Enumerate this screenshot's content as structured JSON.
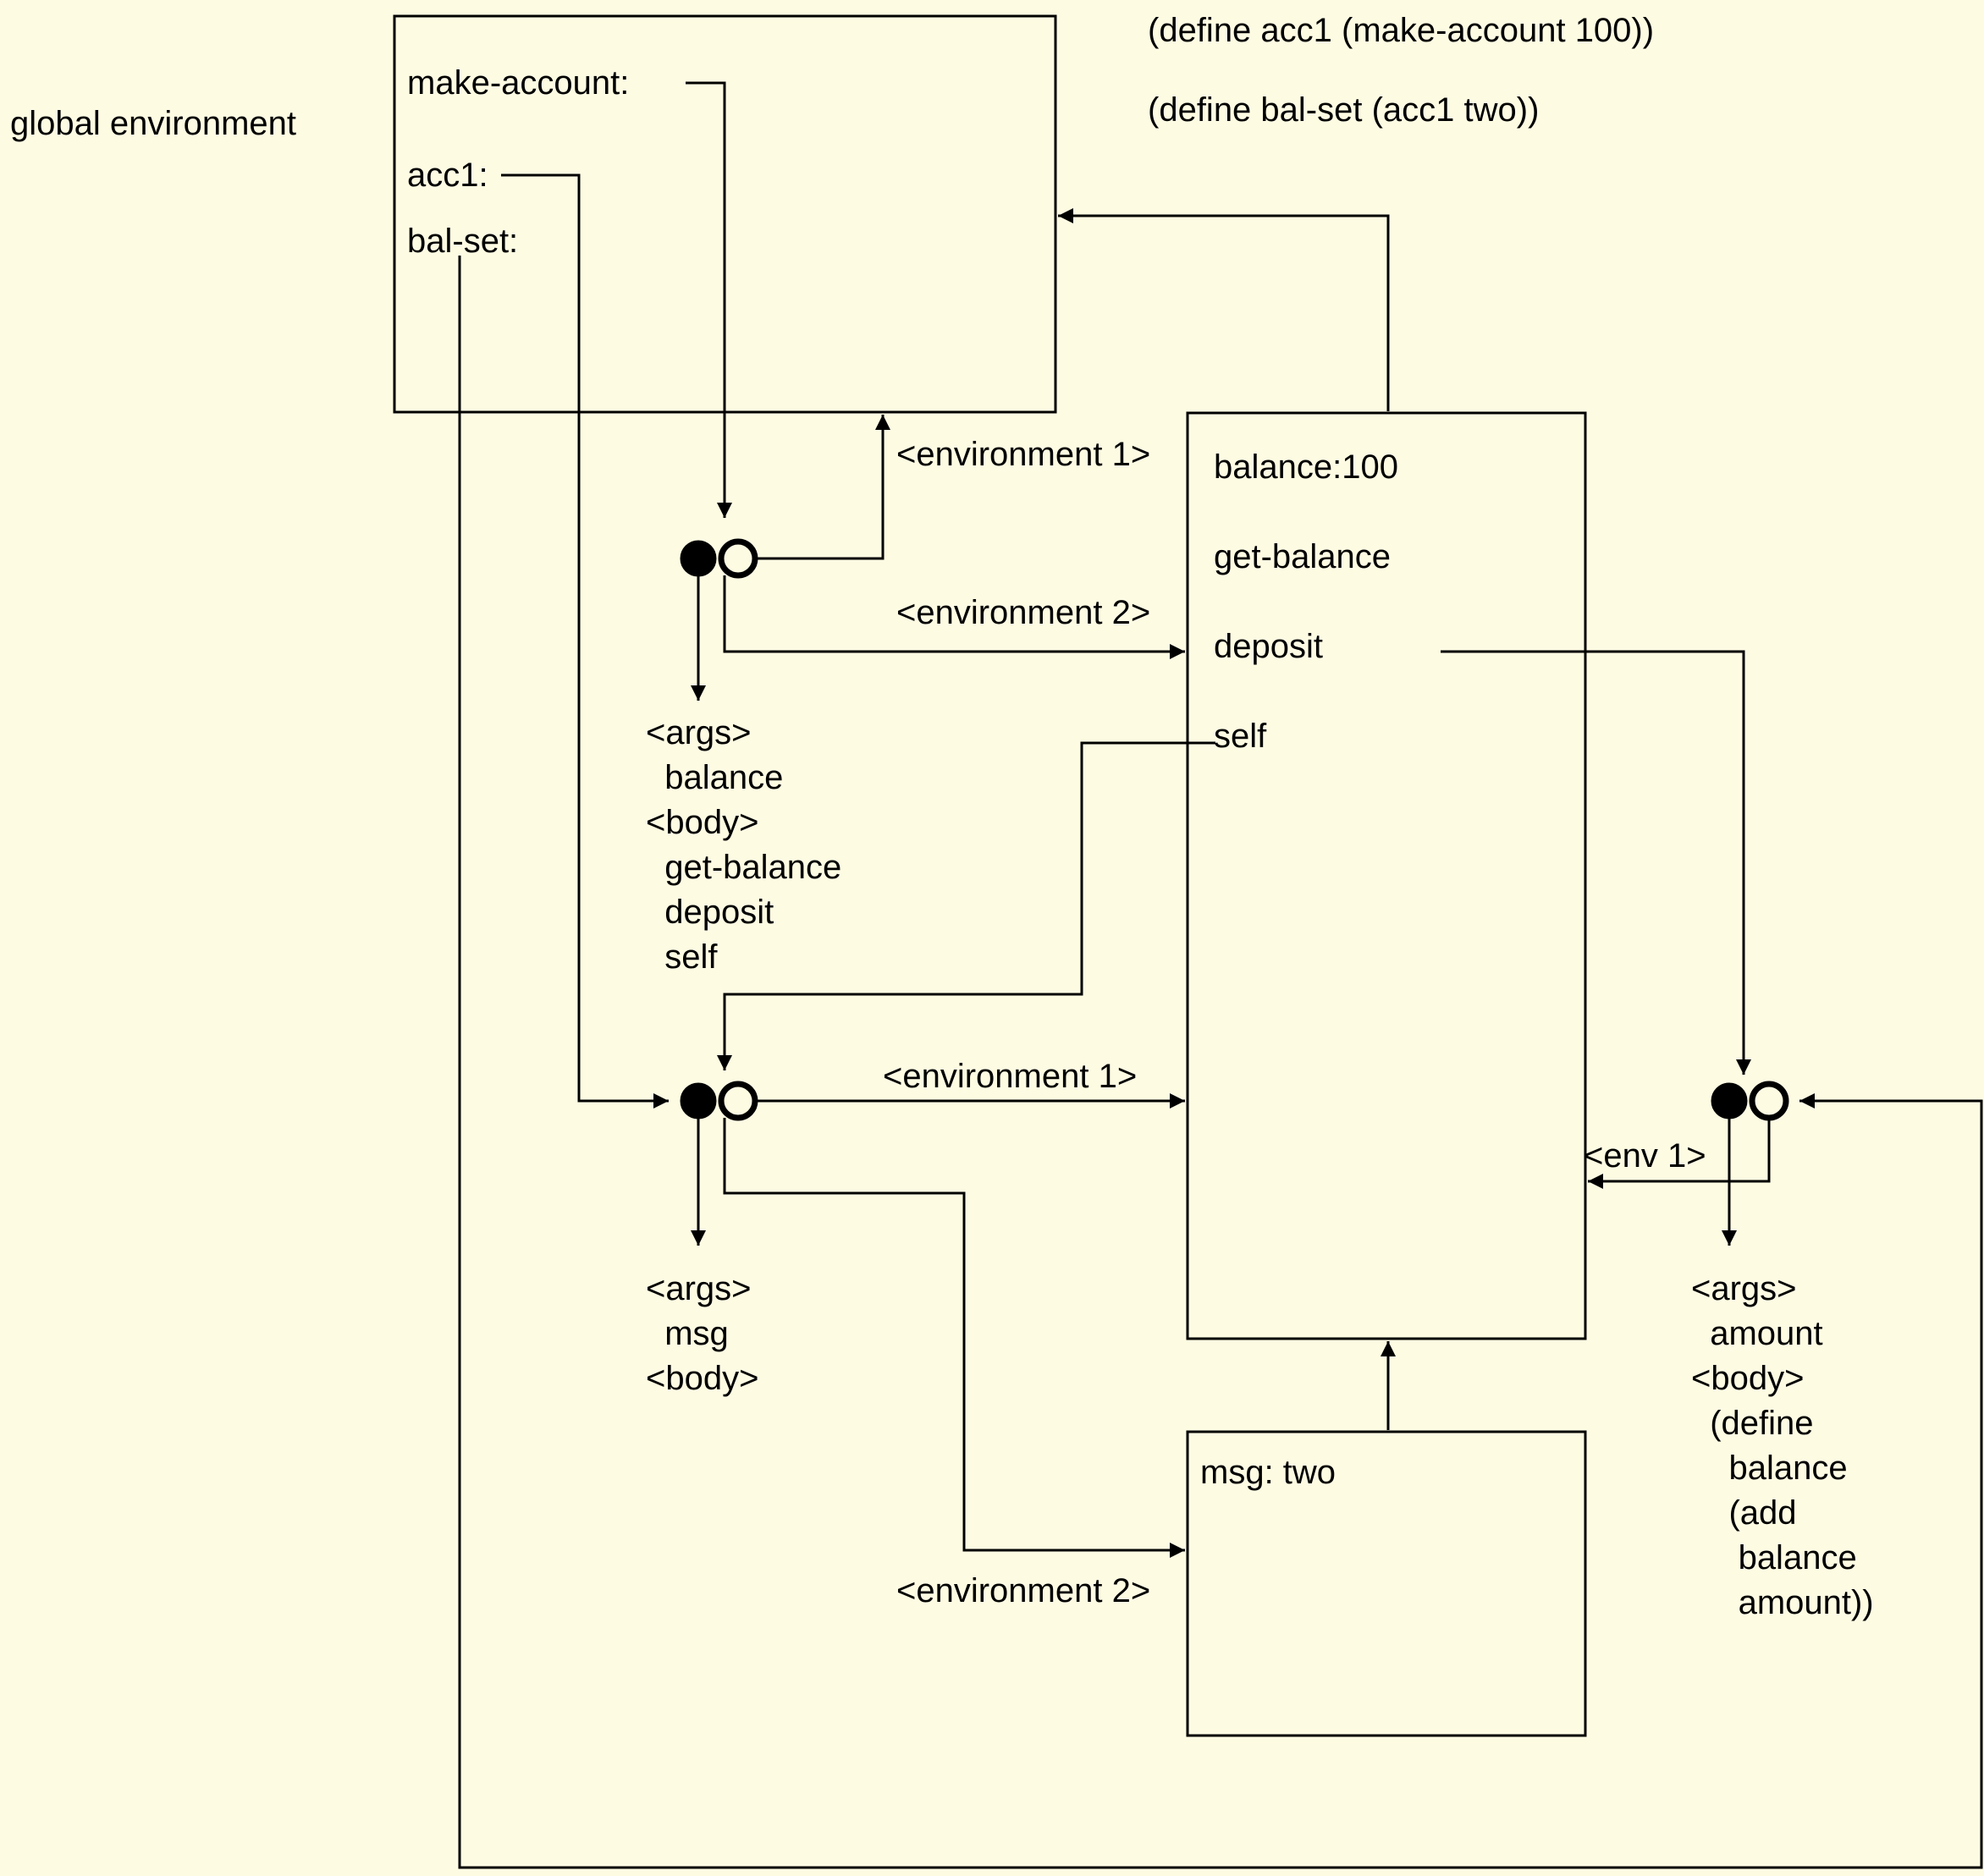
{
  "code": {
    "line1": "(define acc1 (make-account 100))",
    "line2": "(define bal-set (acc1 two))"
  },
  "global_env": {
    "label": "global environment",
    "bindings": [
      "make-account:",
      "acc1:",
      "bal-set:"
    ]
  },
  "env1": {
    "bindings": [
      "balance:100",
      "get-balance",
      "deposit",
      "self"
    ]
  },
  "env2": {
    "bindings": [
      "msg: two"
    ]
  },
  "procedures": {
    "make_account": {
      "lines": [
        "<args>",
        "  balance",
        "<body>",
        "  get-balance",
        "  deposit",
        "  self"
      ]
    },
    "dispatch": {
      "lines": [
        "<args>",
        "  msg",
        "<body>"
      ]
    },
    "deposit": {
      "lines": [
        "<args>",
        "  amount",
        "<body>",
        "  (define",
        "    balance",
        "    (add",
        "     balance",
        "     amount))"
      ]
    }
  },
  "pointer_labels": {
    "make_account_env": "<environment 1>",
    "make_account_call_env": "<environment 2>",
    "dispatch_env": "<environment 1>",
    "dispatch_call_env": "<environment 2>",
    "deposit_env": "<env 1>"
  }
}
